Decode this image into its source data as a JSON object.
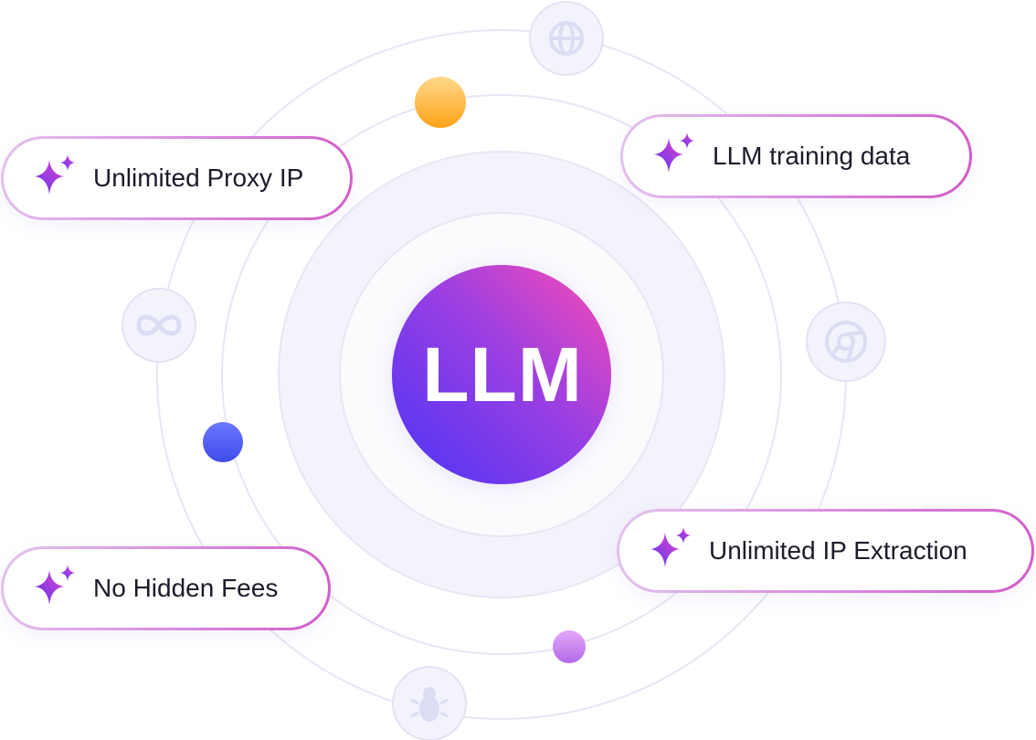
{
  "center": {
    "label": "LLM"
  },
  "features": [
    {
      "label": "Unlimited Proxy IP"
    },
    {
      "label": "LLM training data"
    },
    {
      "label": "No Hidden Fees"
    },
    {
      "label": "Unlimited IP Extraction"
    }
  ],
  "icons": [
    "globe-icon",
    "infinity-icon",
    "chrome-icon",
    "bug-icon",
    "sparkle-icon"
  ],
  "colors": {
    "gradient_start": "#5a33f5",
    "gradient_end": "#f04cb9",
    "orbit": "#e6e5f5",
    "dot_orange": "#ffb12e",
    "dot_blue": "#4f5cf5",
    "dot_purple": "#c57ef0"
  }
}
